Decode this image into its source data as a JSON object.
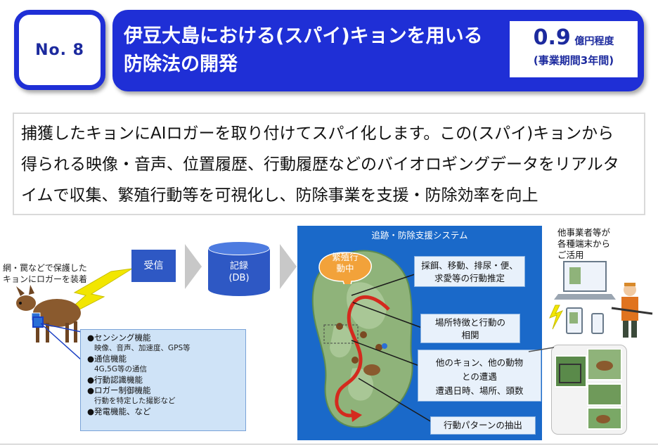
{
  "header": {
    "number": "No. 8",
    "title_line1": "伊豆大島における(スパイ)キョンを用いる",
    "title_line2": "防除法の開発",
    "budget_value": "0.9",
    "budget_unit": "億円程度",
    "budget_period": "(事業期間3年間)"
  },
  "description": {
    "line1": "捕獲したキョンにAIロガーを取り付けてスパイ化します。この(スパイ)キョンから",
    "line2": "得られる映像・音声、位置履歴、行動履歴などのバイオロギングデータをリアルタ",
    "line3": "イムで収集、繁殖行動等を可視化し、防除事業を支援・防除効率を向上"
  },
  "capture": {
    "line1": "網・罠などで保護した",
    "line2": "キョンにロガーを装着"
  },
  "flow": {
    "receive": "受信",
    "record_line1": "記録",
    "record_line2": "(DB)"
  },
  "features": [
    {
      "title": "●センシング機能",
      "sub": "映像、音声、加速度、GPS等"
    },
    {
      "title": "●通信機能",
      "sub": "4G,5G等の通信"
    },
    {
      "title": "●行動認識機能",
      "sub": ""
    },
    {
      "title": "●ロガー制御機能",
      "sub": "行動を特定した撮影など"
    },
    {
      "title": "●発電機能、など",
      "sub": ""
    }
  ],
  "system": {
    "title": "追跡・防除支援システム",
    "mating_line1": "繁殖行",
    "mating_line2": "動中",
    "note1_line1": "採餌、移動、排尿・便、",
    "note1_line2": "求愛等の行動推定",
    "note2_line1": "場所特徴と行動の",
    "note2_line2": "相関",
    "note3_line1": "他のキョン、他の動物",
    "note3_line2": "との遭遇",
    "note3_line3": "遭遇日時、場所、頭数",
    "note4": "行動パターンの抽出"
  },
  "others": {
    "line1": "他事業者等が",
    "line2": "各種端末から",
    "line3": "ご活用"
  },
  "colors": {
    "primary": "#1f2fd6",
    "flow": "#2e58c4",
    "system": "#1a69c9",
    "route": "#d42a1e",
    "bolt": "#f2e600",
    "feature_bg": "#cfe3f7"
  }
}
